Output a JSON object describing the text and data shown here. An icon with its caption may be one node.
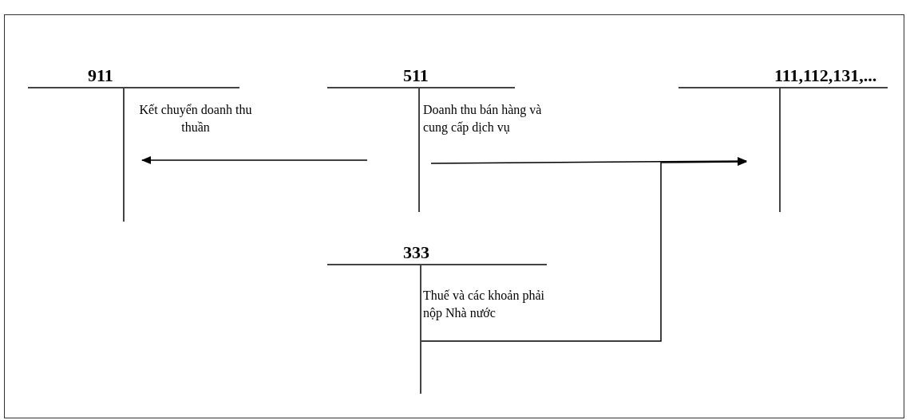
{
  "diagram": {
    "nodes": [
      {
        "text": [
          "911"
        ]
      },
      {
        "text": [
          "511"
        ]
      },
      {
        "text": [
          "111,112,131,..."
        ]
      },
      {
        "text": [
          "333"
        ]
      }
    ],
    "edges": [
      {
        "from": 1,
        "to": 0,
        "arrow": "to",
        "label": "Kết chuyển doanh thu thuần"
      },
      {
        "from": 1,
        "to": 2,
        "arrow": "to",
        "label": "Doanh thu bán hàng và cung cấp dịch vụ"
      },
      {
        "from": 3,
        "to": 2,
        "arrow": "to",
        "label": "Thuế và các khoản phải nộp Nhà nước"
      }
    ]
  }
}
